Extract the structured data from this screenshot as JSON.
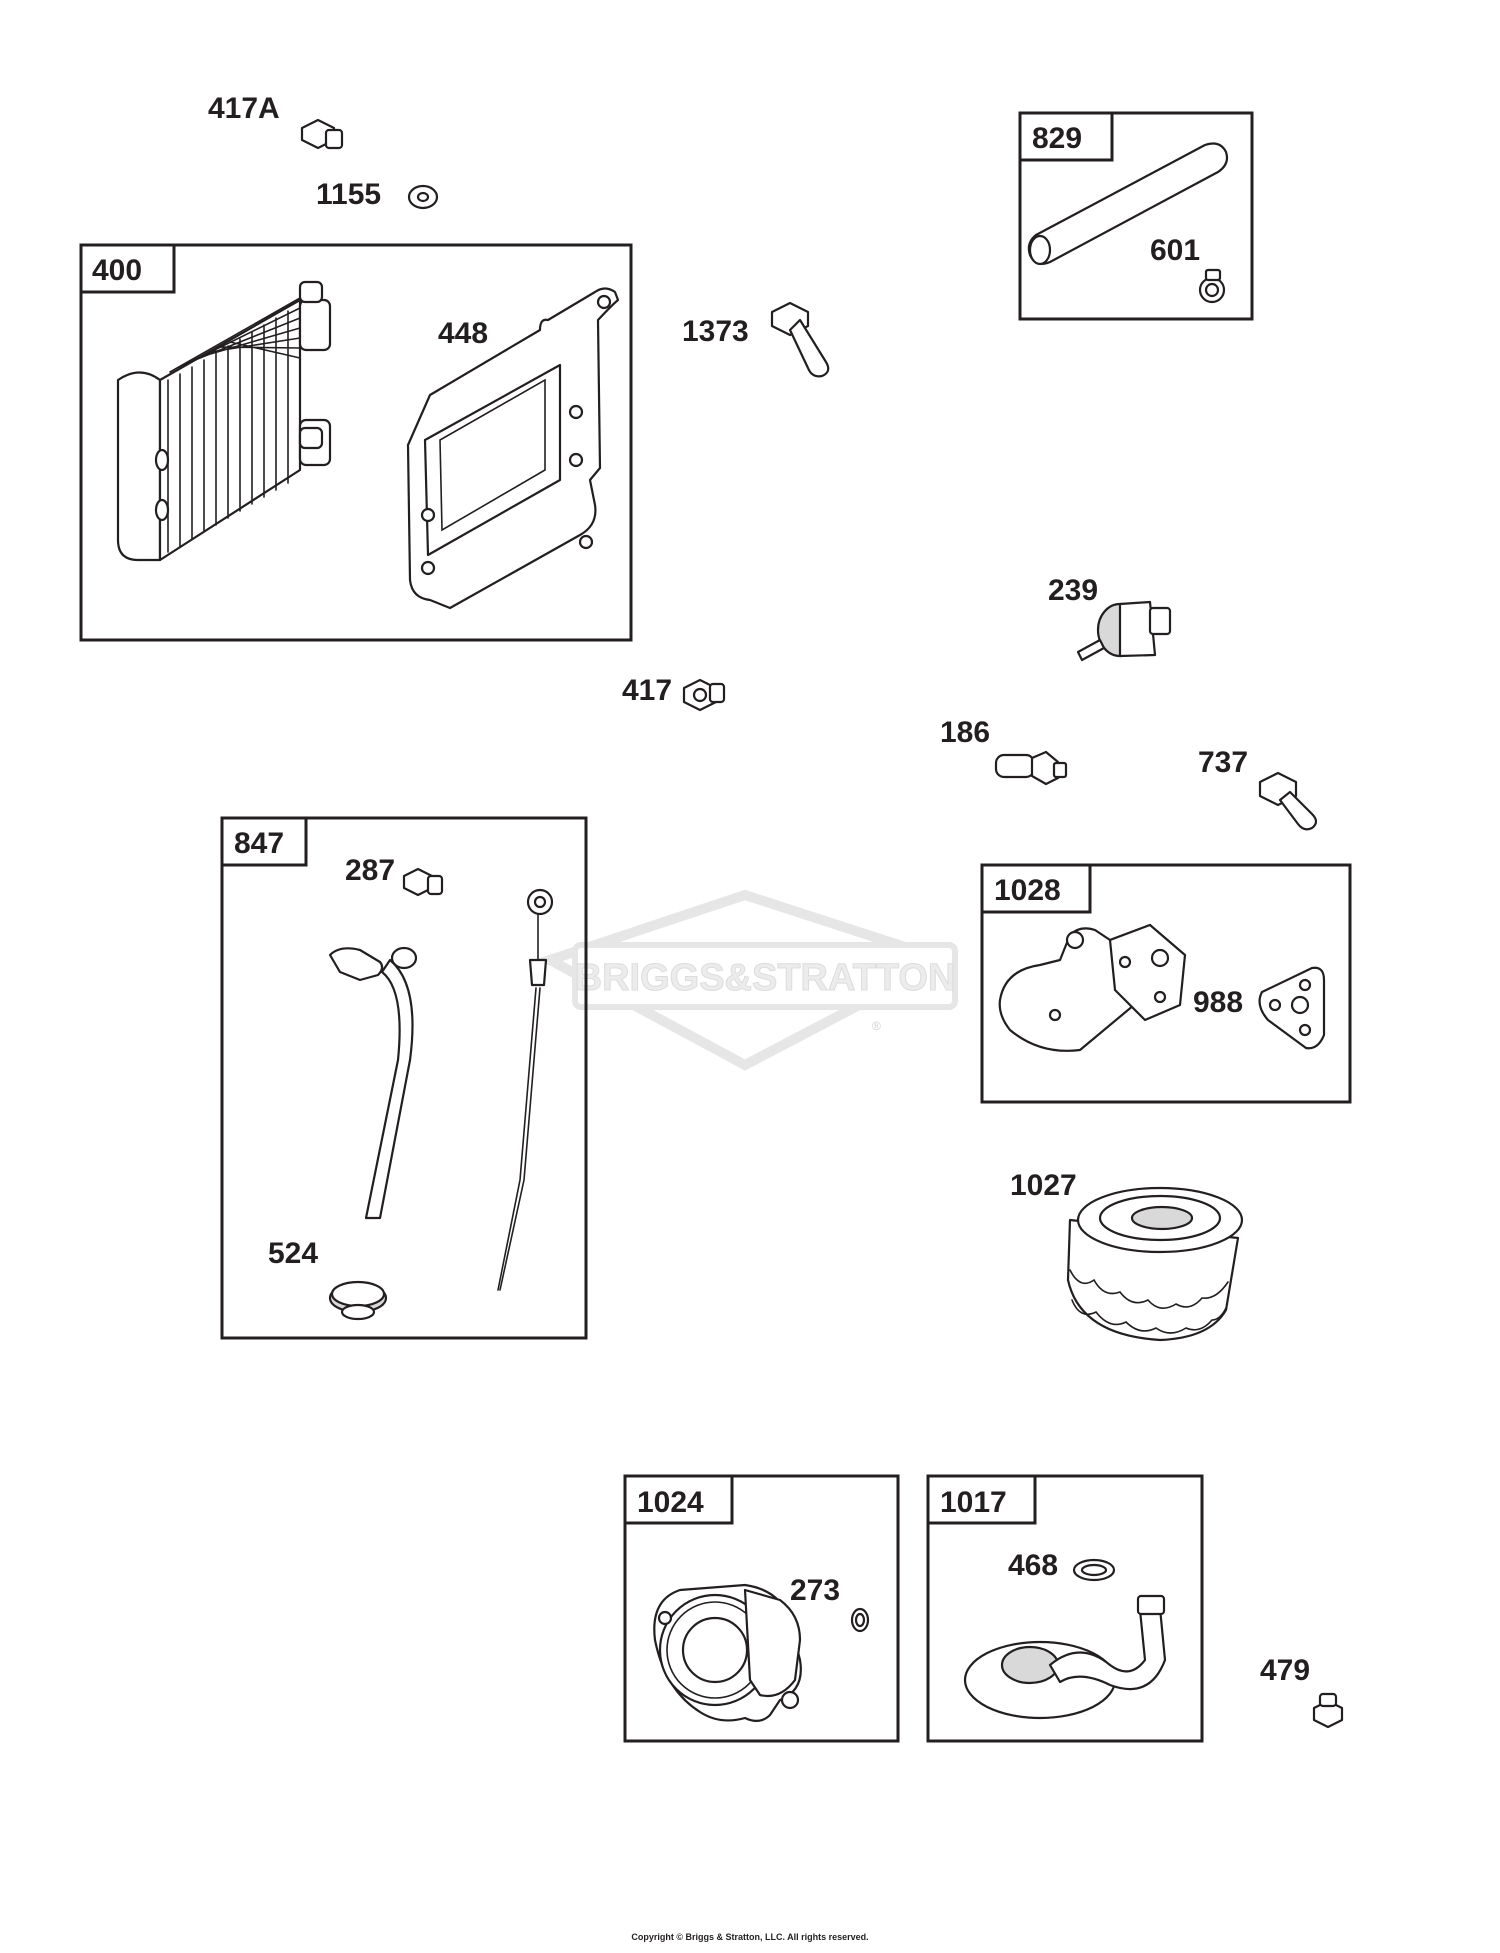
{
  "watermark": {
    "text": "BRIGGS&STRATTON",
    "registered": "®"
  },
  "groups": [
    {
      "id": "400",
      "label": "400"
    },
    {
      "id": "829",
      "label": "829"
    },
    {
      "id": "847",
      "label": "847"
    },
    {
      "id": "1028",
      "label": "1028"
    },
    {
      "id": "1024",
      "label": "1024"
    },
    {
      "id": "1017",
      "label": "1017"
    }
  ],
  "parts": [
    {
      "id": "417A",
      "label": "417A"
    },
    {
      "id": "1155",
      "label": "1155"
    },
    {
      "id": "448",
      "label": "448"
    },
    {
      "id": "1373",
      "label": "1373"
    },
    {
      "id": "601",
      "label": "601"
    },
    {
      "id": "239",
      "label": "239"
    },
    {
      "id": "417",
      "label": "417"
    },
    {
      "id": "186",
      "label": "186"
    },
    {
      "id": "737",
      "label": "737"
    },
    {
      "id": "287",
      "label": "287"
    },
    {
      "id": "524",
      "label": "524"
    },
    {
      "id": "988",
      "label": "988"
    },
    {
      "id": "1027",
      "label": "1027"
    },
    {
      "id": "273",
      "label": "273"
    },
    {
      "id": "468",
      "label": "468"
    },
    {
      "id": "479",
      "label": "479"
    }
  ],
  "copyright": "Copyright © Briggs & Stratton, LLC. All rights reserved."
}
